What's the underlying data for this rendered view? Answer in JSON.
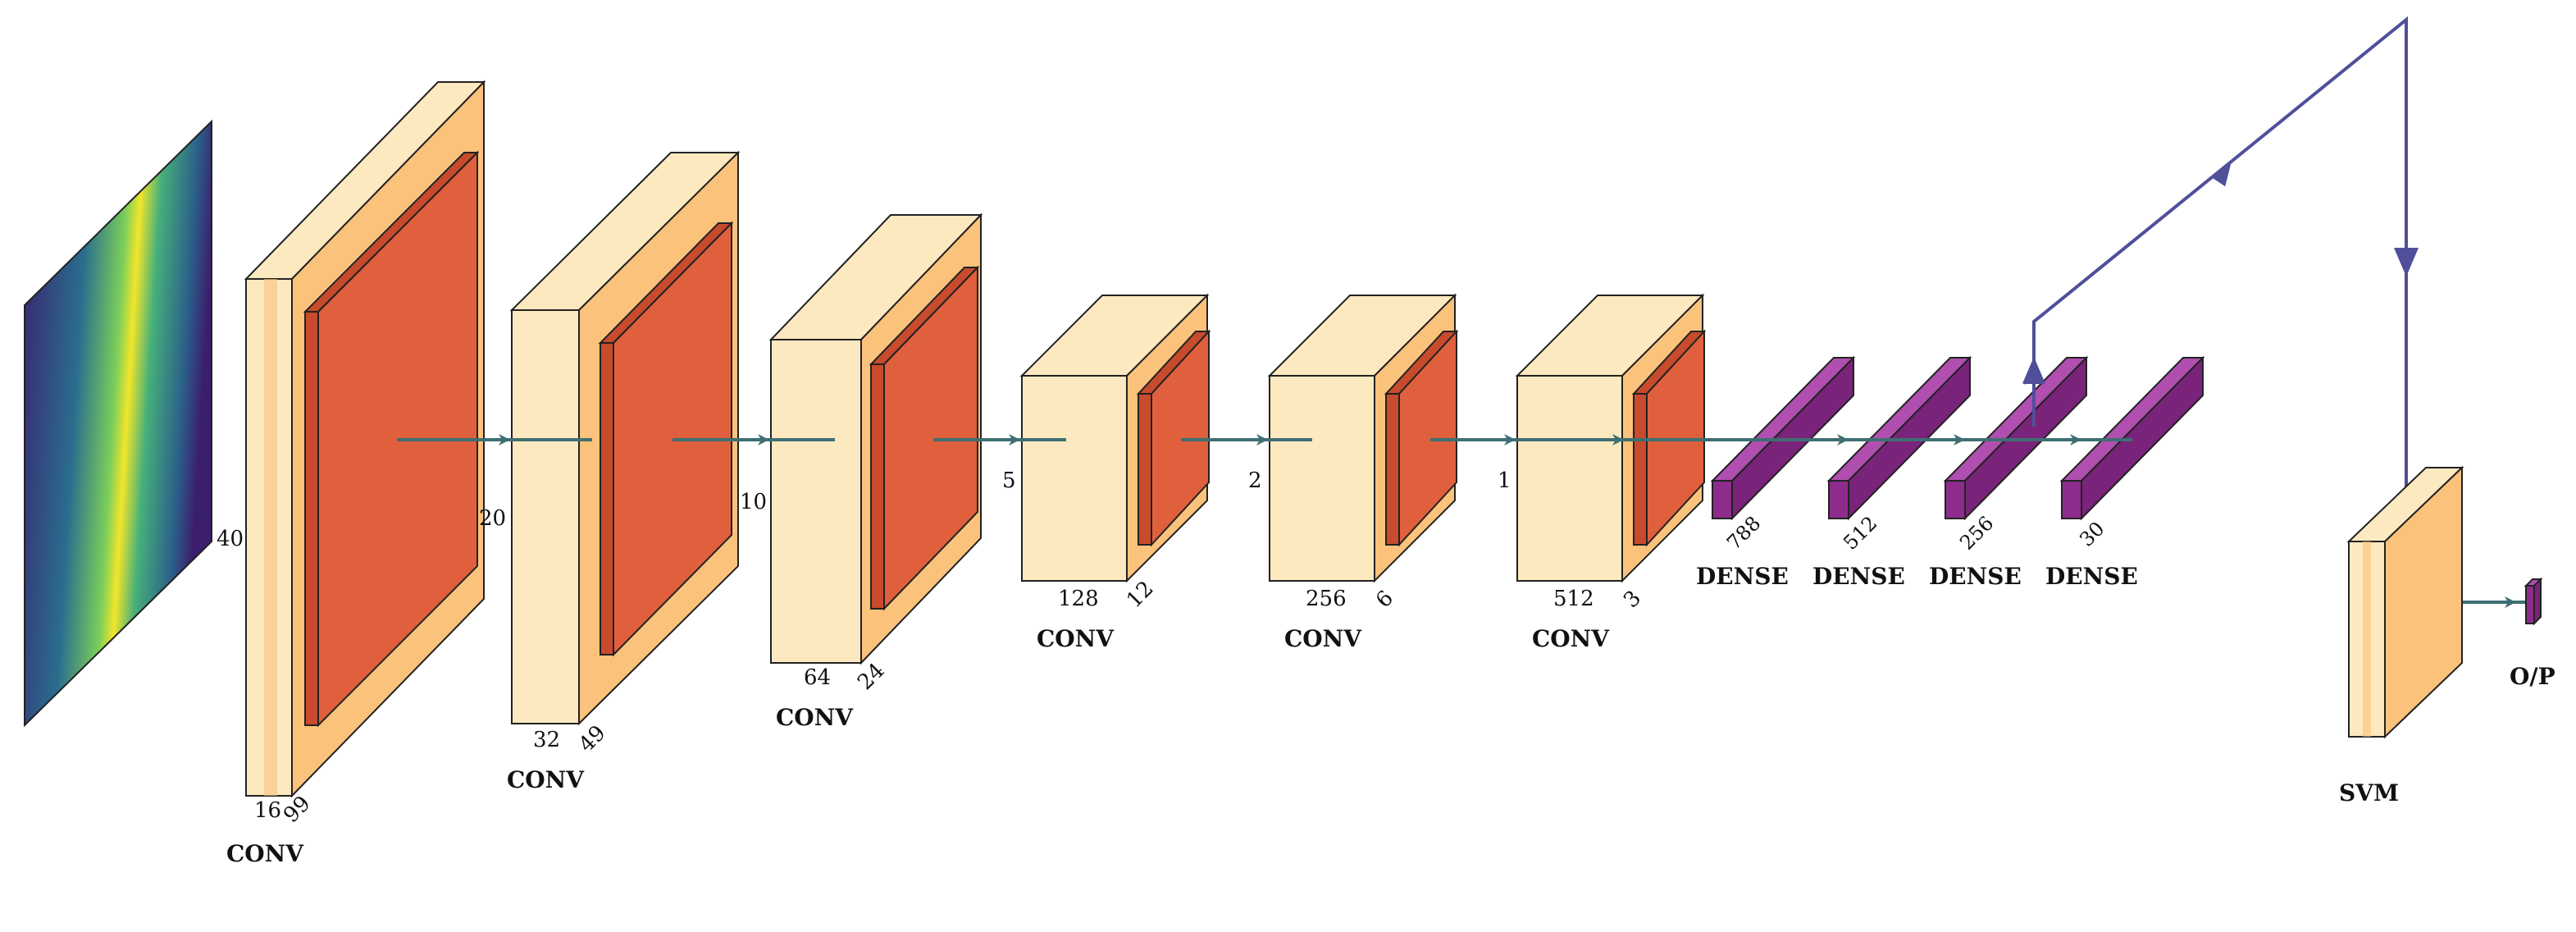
{
  "input": {
    "dim_label": "40"
  },
  "conv_blocks": [
    {
      "caption": "CONV",
      "channels": "16",
      "size": "99",
      "side_label": "20"
    },
    {
      "caption": "CONV",
      "channels": "32",
      "size": "49",
      "side_label": "10"
    },
    {
      "caption": "CONV",
      "channels": "64",
      "size": "24",
      "side_label": "5"
    },
    {
      "caption": "CONV",
      "channels": "128",
      "size": "12",
      "side_label": "2"
    },
    {
      "caption": "CONV",
      "channels": "256",
      "size": "6",
      "side_label": "1"
    },
    {
      "caption": "CONV",
      "channels": "512",
      "size": "3",
      "side_label": ""
    }
  ],
  "dense_layers": [
    {
      "caption": "DENSE",
      "units": "788"
    },
    {
      "caption": "DENSE",
      "units": "512"
    },
    {
      "caption": "DENSE",
      "units": "256"
    },
    {
      "caption": "DENSE",
      "units": "30"
    }
  ],
  "svm": {
    "caption": "SVM"
  },
  "output": {
    "caption": "O/P"
  },
  "colors": {
    "block_light": "#fde9c0",
    "block_mid": "#fbc27c",
    "inner_red": "#e0603d",
    "dense_purple": "#8e2c8e",
    "arrow_teal": "#3e6f73",
    "svm_path": "#4f4f9a"
  }
}
